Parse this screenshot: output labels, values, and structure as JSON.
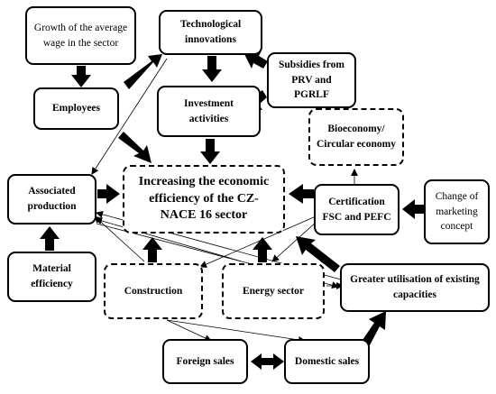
{
  "nodes": {
    "growth_wage": "Growth of the average wage in the sector",
    "tech_innov": "Technological innovations",
    "subsidies": "Subsidies from PRV and PGRLF",
    "employees": "Employees",
    "investment": "Investment activities",
    "bioeconomy": "Bioeconomy/ Circular economy",
    "associated": "Associated production",
    "central": "Increasing the economic efficiency of the CZ-NACE 16 sector",
    "certification": "Certification FSC and PEFC",
    "marketing": "Change of marketing concept",
    "material": "Material efficiency",
    "construction": "Construction",
    "energy": "Energy sector",
    "greater_util": "Greater utilisation of existing capacities",
    "foreign": "Foreign sales",
    "domestic": "Domestic sales"
  }
}
